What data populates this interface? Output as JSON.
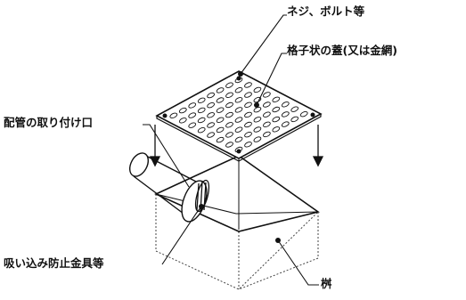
{
  "labels": {
    "screws": "ネジ、ボルト等",
    "grate": "格子状の蓋(又は金網)",
    "pipe_inlet": "配管の取り付け口",
    "suction_stopper": "吸い込み防止金具等",
    "basin": "桝"
  },
  "icons": {
    "down_arrow": "down-arrow-icon",
    "dot": "leader-dot"
  }
}
